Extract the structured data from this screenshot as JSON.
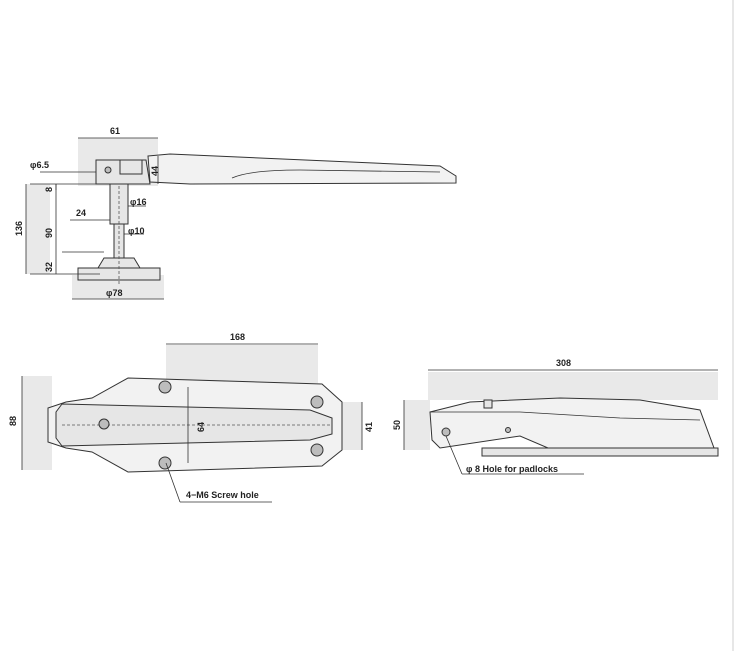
{
  "side_view": {
    "dim_61": "61",
    "dim_phi6_5": "φ6.5",
    "dim_44": "44",
    "dim_8": "8",
    "dim_136": "136",
    "dim_90": "90",
    "dim_24": "24",
    "dim_phi16": "φ16",
    "dim_phi10": "φ10",
    "dim_32": "32",
    "dim_phi78": "φ78"
  },
  "top_view": {
    "dim_168": "168",
    "dim_88": "88",
    "dim_64": "64",
    "dim_41": "41",
    "screw_note": "4−M6 Screw hole"
  },
  "front_view": {
    "dim_308": "308",
    "dim_50": "50",
    "padlock_note": "φ 8 Hole for padlocks"
  }
}
